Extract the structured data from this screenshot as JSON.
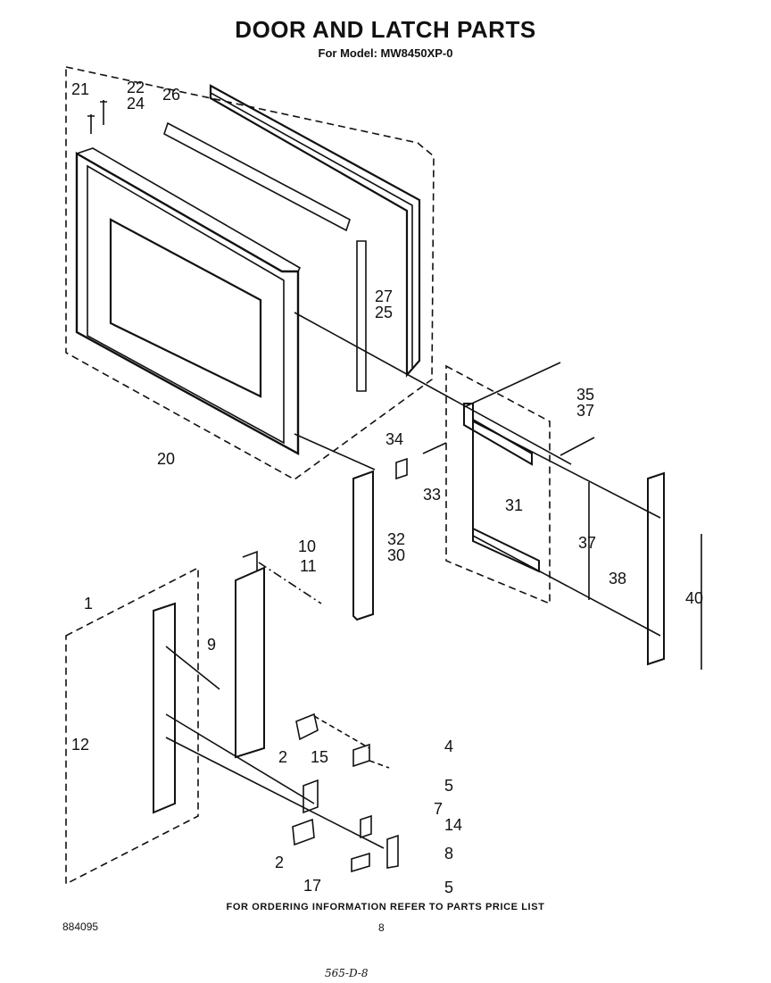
{
  "header": {
    "title": "DOOR AND LATCH PARTS",
    "model": "For Model: MW8450XP-0"
  },
  "callouts": {
    "c1": "1",
    "c2a": "2",
    "c2b": "2",
    "c4": "4",
    "c5a": "5",
    "c5b": "5",
    "c7": "7",
    "c8": "8",
    "c9": "9",
    "c10": "10",
    "c11": "11",
    "c12": "12",
    "c14": "14",
    "c15": "15",
    "c17": "17",
    "c20": "20",
    "c21": "21",
    "c22": "22",
    "c24": "24",
    "c25": "25",
    "c26": "26",
    "c27": "27",
    "c30": "30",
    "c31": "31",
    "c32": "32",
    "c33": "33",
    "c34": "34",
    "c35": "35",
    "c37a": "37",
    "c37b": "37",
    "c38": "38",
    "c40": "40"
  },
  "footer": {
    "note": "FOR ORDERING INFORMATION REFER TO PARTS PRICE LIST",
    "doc_number": "884095",
    "page": "8",
    "handwritten": "565-D-8"
  }
}
